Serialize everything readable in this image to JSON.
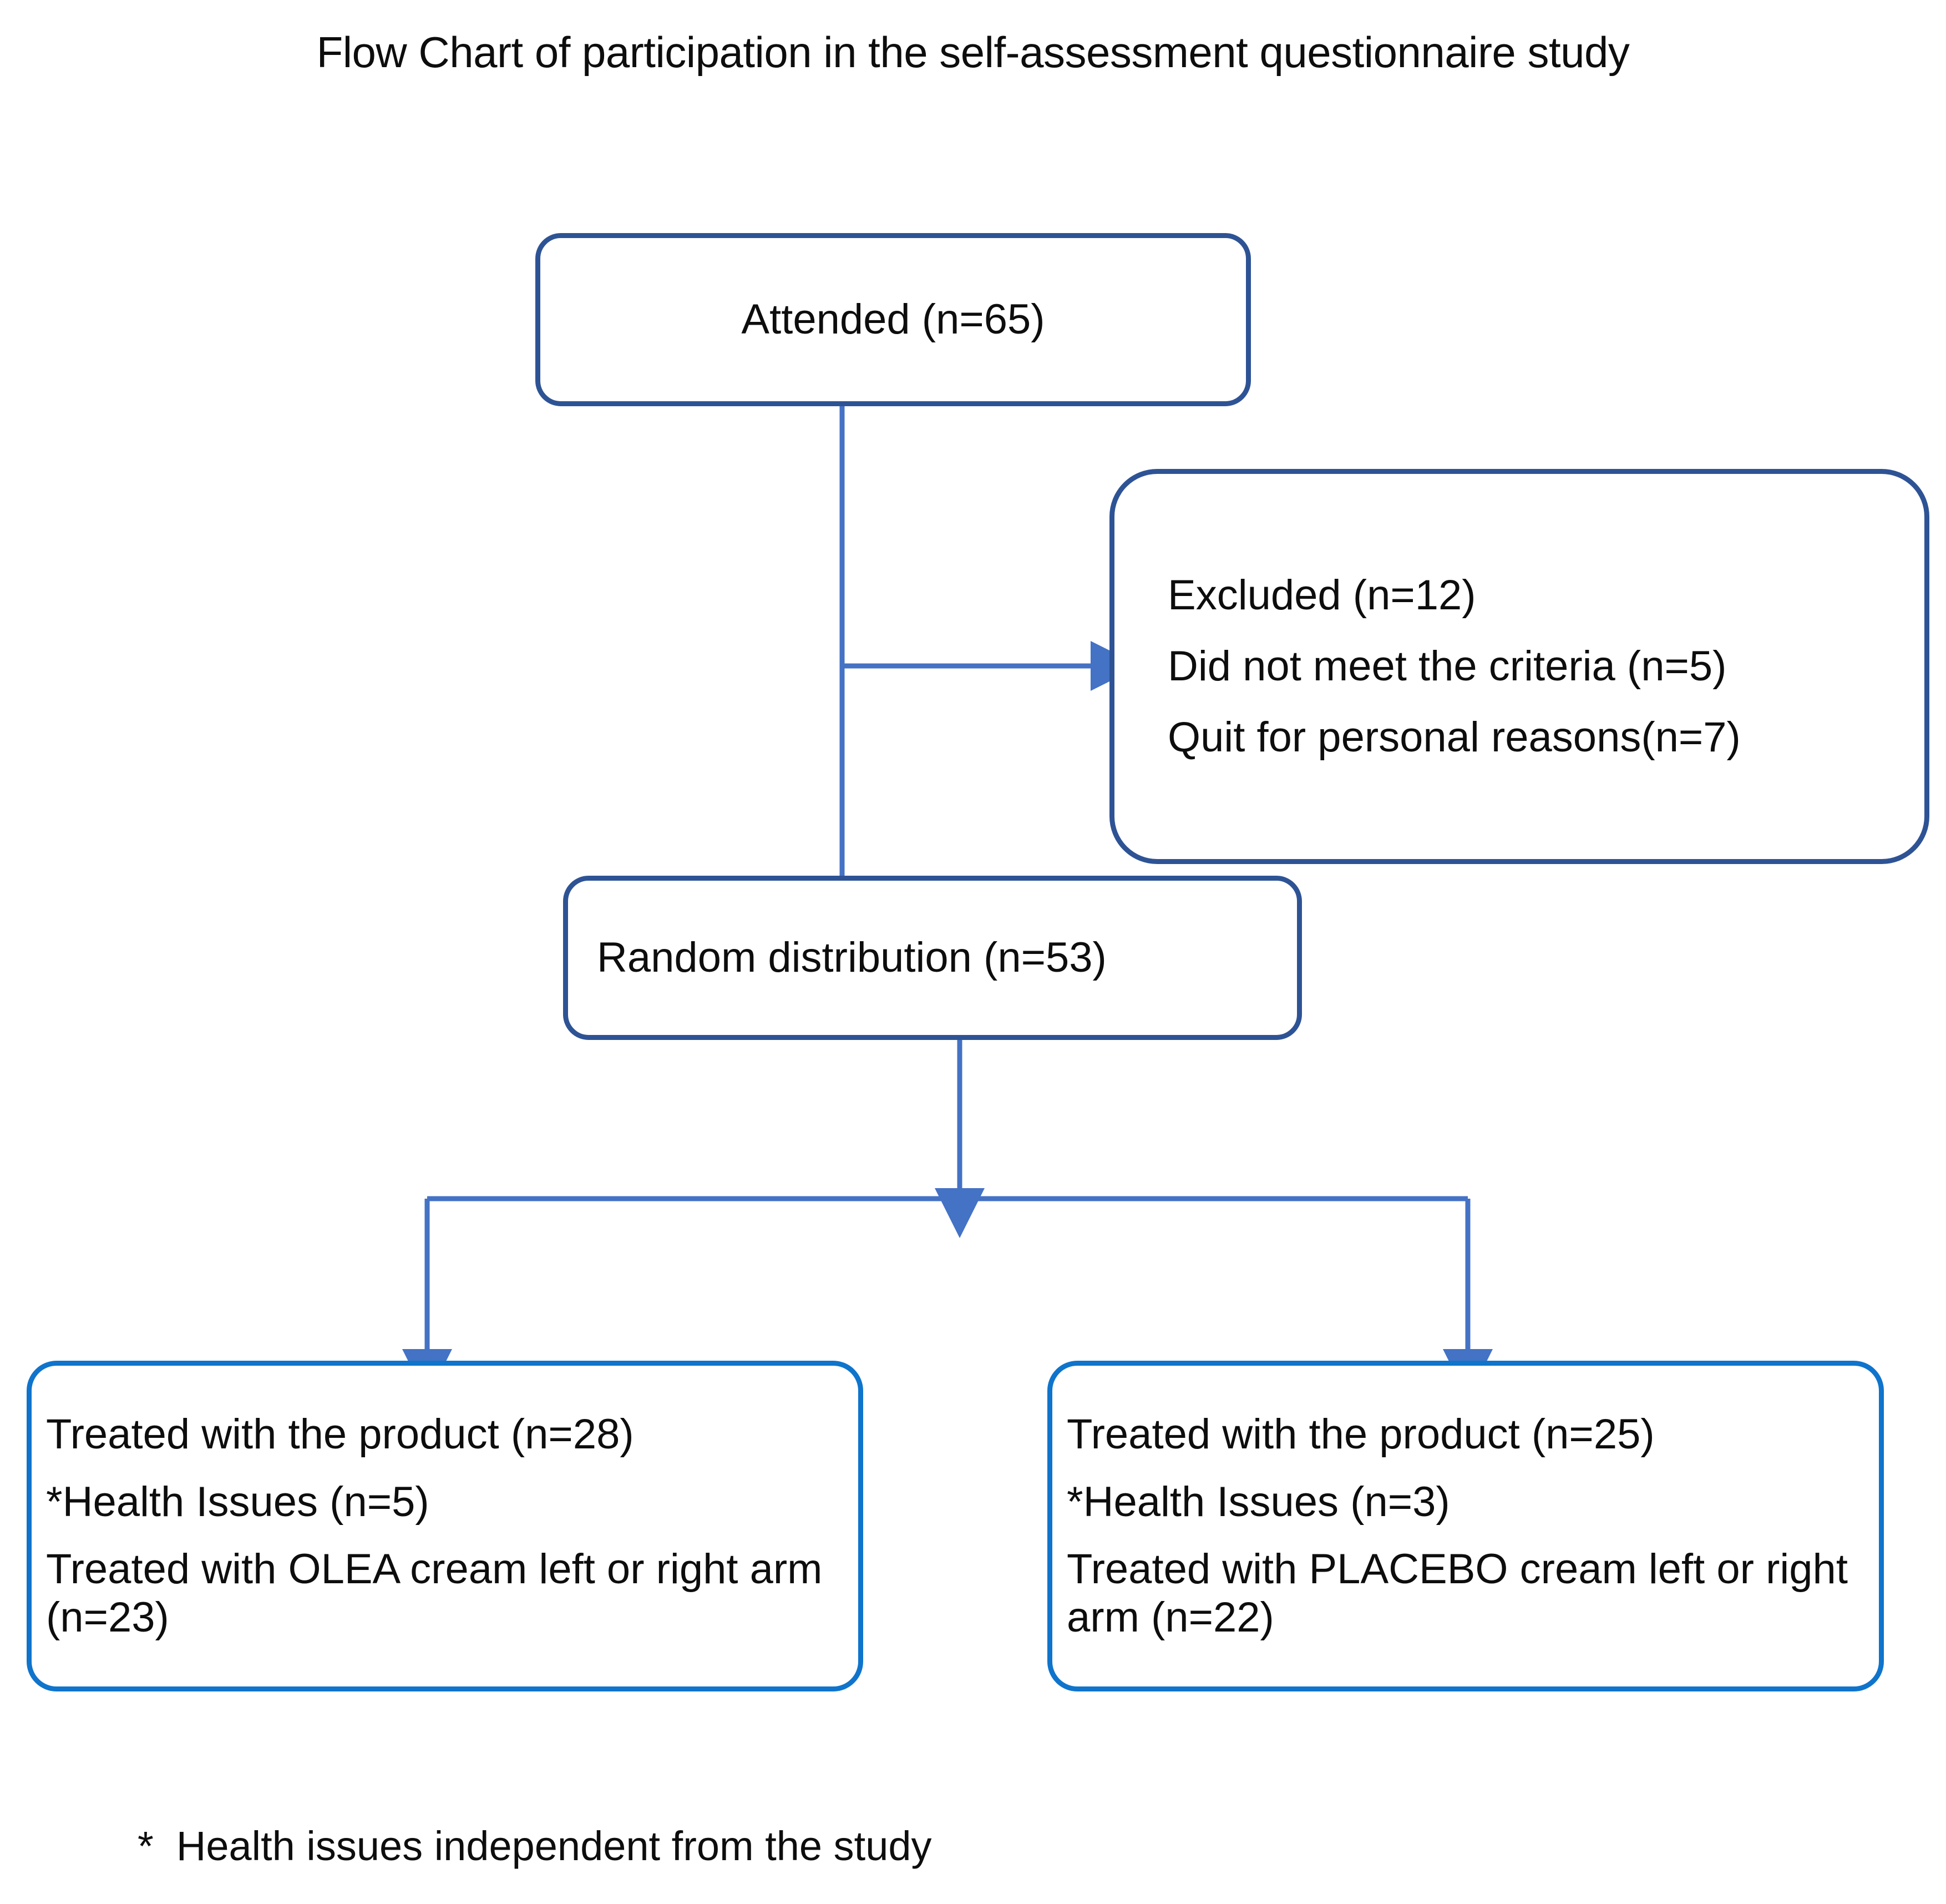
{
  "title": "Flow Chart of participation in the self-assessment questionnaire study",
  "colors": {
    "box_border_dark": "#2E5395",
    "box_border_bright": "#0F74CC",
    "connector": "#4472C4",
    "text": "#0D0D0D",
    "background": "#FFFFFF"
  },
  "nodes": {
    "attended": {
      "label": "Attended (n=65)"
    },
    "excluded": {
      "line1": "Excluded (n=12)",
      "line2": "Did not meet the criteria (n=5)",
      "line3": "Quit for personal reasons(n=7)"
    },
    "random_distribution": {
      "label": "Random distribution (n=53)"
    },
    "left_arm": {
      "line1": "Treated with the product (n=28)",
      "line2": "*Health Issues (n=5)",
      "line3": "Treated with OLEA cream left or right  arm (n=23)"
    },
    "right_arm": {
      "line1": "Treated with the product (n=25)",
      "line2": "*Health Issues (n=3)",
      "line3": "Treated with PLACEBO cream left or right  arm (n=22)"
    }
  },
  "footnote": "*  Health issues independent from the study",
  "chart_data": {
    "type": "flowchart",
    "title": "Flow Chart of participation in the self-assessment questionnaire study",
    "nodes": [
      {
        "id": "attended",
        "text": "Attended (n=65)",
        "n": 65
      },
      {
        "id": "excluded",
        "text": "Excluded (n=12); Did not meet the criteria (n=5); Quit for personal reasons(n=7)",
        "n": 12
      },
      {
        "id": "random_distribution",
        "text": "Random distribution (n=53)",
        "n": 53
      },
      {
        "id": "left_arm",
        "text": "Treated with the product (n=28); *Health Issues (n=5); Treated with OLEA cream left or right  arm (n=23)",
        "n": 28
      },
      {
        "id": "right_arm",
        "text": "Treated with the product (n=25); *Health Issues (n=3); Treated with PLACEBO cream left or right  arm (n=22)",
        "n": 25
      }
    ],
    "edges": [
      {
        "from": "attended",
        "to": "excluded",
        "arrow": true
      },
      {
        "from": "attended",
        "to": "random_distribution",
        "arrow": false
      },
      {
        "from": "random_distribution",
        "to": "left_arm",
        "arrow": true
      },
      {
        "from": "random_distribution",
        "to": "right_arm",
        "arrow": true
      }
    ]
  }
}
